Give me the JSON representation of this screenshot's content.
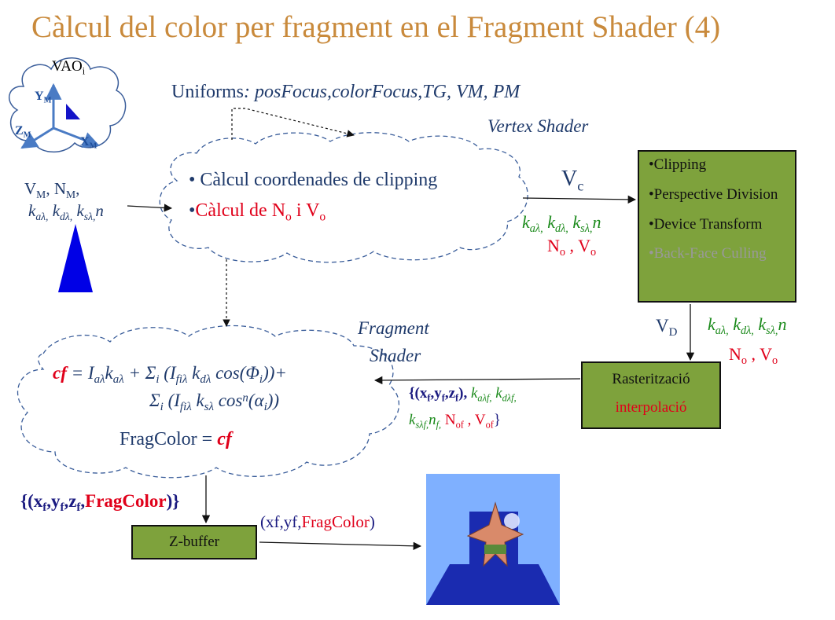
{
  "title": "Càlcul del color per fragment en el Fragment Shader (4)",
  "vao": {
    "label": "VAO",
    "sub": "i",
    "y_axis": "Y",
    "z_axis": "Z",
    "x_axis": "X",
    "axis_sub": "M"
  },
  "inputs": {
    "vm": "V",
    "vm_sub": "M",
    "nm": "N",
    "nm_sub": "M",
    "comma": ",",
    "k": "k",
    "a_sub": "aλ,",
    "d_sub": "dλ,",
    "s_sub": "sλ,",
    "n": "n"
  },
  "uniforms": {
    "label": "Uniforms",
    "list": ": posFocus,colorFocus,TG, VM, PM"
  },
  "vertex_shader": {
    "label": "Vertex Shader",
    "bullet1": "•  Càlcul coordenades de clipping",
    "bullet2_prefix": "•",
    "bullet2_text": "Càlcul de N",
    "bullet2_sub1": "o",
    "bullet2_mid": " i V",
    "bullet2_sub2": "o"
  },
  "vc": {
    "label": "V",
    "sub": "c"
  },
  "vertex_out": {
    "k": "k",
    "a_sub": "aλ,",
    "d_sub": "dλ,",
    "s_sub": "sλ,",
    "n": "n",
    "no": "N",
    "no_sub": "o",
    "sep": " , ",
    "vo": "V",
    "vo_sub": "o"
  },
  "pipeline": {
    "items": [
      "•Clipping",
      "•Perspective Division",
      "•Device Transform",
      "•Back-Face Culling"
    ],
    "disabled_color": "#999999"
  },
  "vd": {
    "label": "V",
    "sub": "D"
  },
  "vd_out": {
    "k": "k",
    "a_sub": "aλ,",
    "d_sub": "dλ,",
    "s_sub": "sλ,",
    "n": "n",
    "no": "N",
    "no_sub": "o",
    "sep": " , ",
    "vo": "V",
    "vo_sub": "o"
  },
  "raster": {
    "line1": "Rasterització",
    "line2": "interpolació"
  },
  "fragment_shader": {
    "label_line1": "Fragment",
    "label_line2": "Shader"
  },
  "frag_in": {
    "open": "{(x",
    "f": "f",
    "c1": ",y",
    "c2": ",z",
    "close": "),",
    "k": "k",
    "af": "aλf,",
    "df": "dλf,",
    "sf": "sλf,",
    "n": "n",
    "nf": "f,",
    "no": "N",
    "of": "of",
    "sep": " , ",
    "vo": "V",
    "end": "}"
  },
  "formula": {
    "cf": "cf",
    "eq1": " = I",
    "a": "aλ",
    "k": "k",
    "plus_sum": " + Σ",
    "i": "i",
    "open": " (",
    "I": "I",
    "fi": "fiλ",
    "kd": " k",
    "d": "dλ",
    "cos": " cos(Φ",
    "close1": "))+",
    "sum2": "Σ",
    "ks": " k",
    "s": "sλ",
    "cosn": " cos",
    "nexp": "n",
    "alpha": "(α",
    "close2": "))",
    "fragcolor": "FragColor = ",
    "cf2": "cf"
  },
  "frag_out": {
    "open": "{(x",
    "f": "f",
    "c1": ",y",
    "c2": ",z",
    "comma": ",",
    "fragcolor": "FragColor",
    "close": ")}"
  },
  "zbuffer": {
    "label": "Z-buffer"
  },
  "zb_out": {
    "open": "(xf,yf,",
    "fragcolor": "FragColor",
    "close": ")"
  },
  "colors": {
    "title": "#c98a3c",
    "box": "#7ea23c",
    "red": "#e0001a",
    "green": "#1b8a1b",
    "navy": "#1f3a6b",
    "blue_triangle": "#0000e6",
    "render_bg": "#7fb0ff"
  }
}
